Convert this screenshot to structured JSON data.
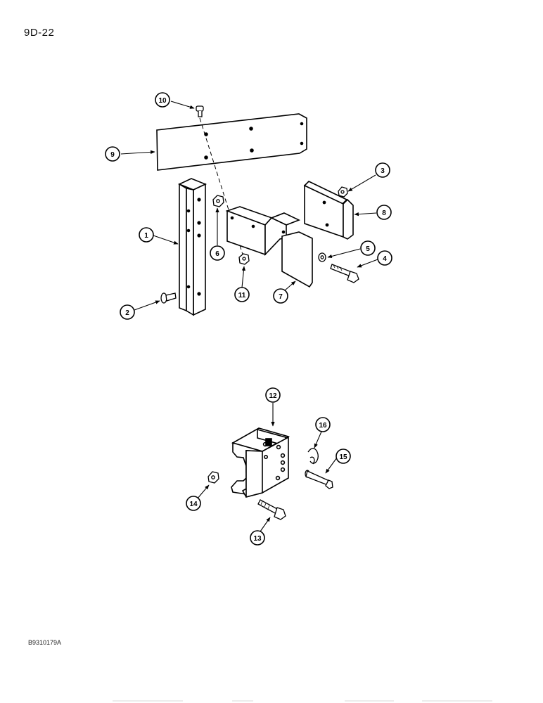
{
  "page_number": "9D-22",
  "reference_code": "B9310179A",
  "callouts": {
    "c1": "1",
    "c2": "2",
    "c3": "3",
    "c4": "4",
    "c5": "5",
    "c6": "6",
    "c7": "7",
    "c8": "8",
    "c9": "9",
    "c10": "10",
    "c11": "11",
    "c12": "12",
    "c13": "13",
    "c14": "14",
    "c15": "15",
    "c16": "16"
  }
}
